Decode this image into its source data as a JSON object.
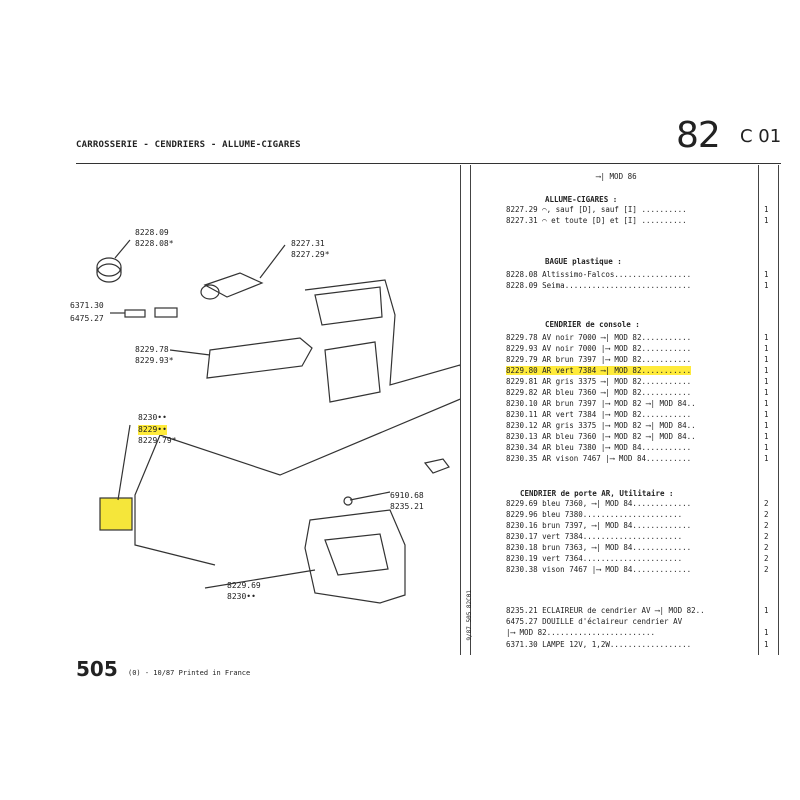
{
  "header": {
    "title": "CARROSSERIE - CENDRIERS - ALLUME-CIGARES",
    "page_number": "82",
    "page_code": "C 01"
  },
  "footer": {
    "number": "505",
    "text": "(0) - 10/87 Printed in France",
    "side_code": "9/87 505 82C01"
  },
  "diagram_refs": {
    "r1a": "8228.09",
    "r1b": "8228.08*",
    "r2a": "8227.31",
    "r2b": "8227.29*",
    "r3a": "6371.30",
    "r3b": "6475.27",
    "r4a": "8229.78",
    "r4b": "8229.93*",
    "r5a": "8230••",
    "r5b": "8229••",
    "r5c": "8229.79*",
    "r6a": "6910.68",
    "r6b": "8235.21",
    "r7a": "8229.69",
    "r7b": "8230••"
  },
  "list": {
    "top_note": "⟶| MOD 86",
    "sec1": "ALLUME-CIGARES :",
    "sec2": "BAGUE plastique :",
    "sec3": "CENDRIER de console :",
    "sec4": "CENDRIER de porte AR, Utilitaire :",
    "rows": [
      {
        "t": "8227.29 ⌒, sauf [D], sauf [I] ..........",
        "q": "1"
      },
      {
        "t": "8227.31 ⌒ et toute [D] et [I] ..........",
        "q": "1"
      },
      {
        "t": "8228.08 Altissimo-Falcos.................",
        "q": "1"
      },
      {
        "t": "8228.09 Seima............................",
        "q": "1"
      },
      {
        "t": "8229.78 AV noir 7000 ⟶| MOD 82...........",
        "q": "1"
      },
      {
        "t": "8229.93 AV noir 7000 |⟶ MOD 82...........",
        "q": "1"
      },
      {
        "t": "8229.79 AR brun 7397 |⟶ MOD 82...........",
        "q": "1"
      },
      {
        "t": "8229.80 AR vert 7384 ⟶| MOD 82...........",
        "q": "1"
      },
      {
        "t": "8229.81 AR gris 3375 ⟶| MOD 82...........",
        "q": "1"
      },
      {
        "t": "8229.82 AR bleu 7360 ⟶| MOD 82...........",
        "q": "1"
      },
      {
        "t": "8230.10 AR brun 7397 |⟶ MOD 82 ⟶| MOD 84..",
        "q": "1"
      },
      {
        "t": "8230.11 AR vert 7384 |⟶ MOD 82...........",
        "q": "1"
      },
      {
        "t": "8230.12 AR gris 3375 |⟶ MOD 82 ⟶| MOD 84..",
        "q": "1"
      },
      {
        "t": "8230.13 AR bleu 7360 |⟶ MOD 82 ⟶| MOD 84..",
        "q": "1"
      },
      {
        "t": "8230.34 AR bleu 7380 |⟶ MOD 84...........",
        "q": "1"
      },
      {
        "t": "8230.35 AR vison 7467 |⟶ MOD 84..........",
        "q": "1"
      },
      {
        "t": "8229.69 bleu 7360, ⟶| MOD 84.............",
        "q": "2"
      },
      {
        "t": "8229.96 bleu 7380......................",
        "q": "2"
      },
      {
        "t": "8230.16 brun 7397, ⟶| MOD 84.............",
        "q": "2"
      },
      {
        "t": "8230.17 vert 7384......................",
        "q": "2"
      },
      {
        "t": "8230.18 brun 7363, ⟶| MOD 84.............",
        "q": "2"
      },
      {
        "t": "8230.19 vert 7364......................",
        "q": "2"
      },
      {
        "t": "8230.38 vison 7467 |⟶ MOD 84.............",
        "q": "2"
      },
      {
        "t": "8235.21 ECLAIREUR de cendrier AV ⟶| MOD 82..",
        "q": "1"
      },
      {
        "t": "6475.27 DOUILLE d'éclaireur cendrier AV",
        "q": ""
      },
      {
        "t": "        |⟶ MOD 82........................",
        "q": "1"
      },
      {
        "t": "6371.30 LAMPE 12V, 1,2W..................",
        "q": "1"
      }
    ]
  }
}
